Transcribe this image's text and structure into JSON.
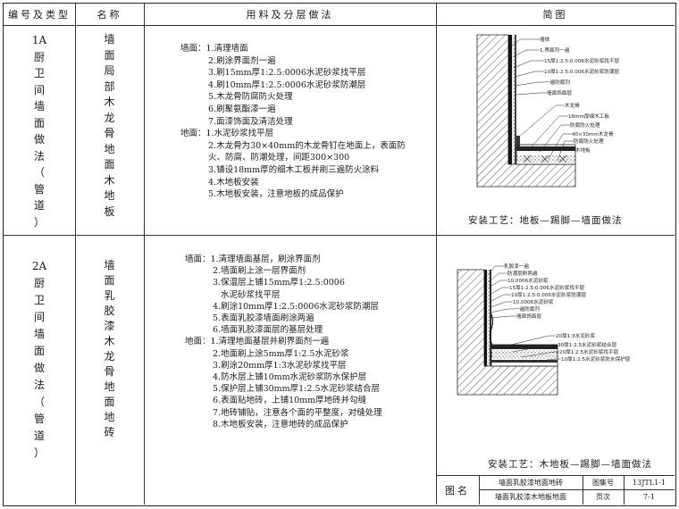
{
  "header": {
    "col1": "编号及类型",
    "col2": "名称",
    "col3": "用料及分层做法",
    "col4": "简图"
  },
  "rows": [
    {
      "code": [
        "1A",
        "厨",
        "卫",
        "间",
        "墙",
        "面",
        "做",
        "法",
        "（",
        "管",
        "道",
        "）"
      ],
      "name": [
        "墙",
        "面",
        "局",
        "部",
        "木",
        "龙",
        "骨",
        "地",
        "面",
        "木",
        "地",
        "板"
      ],
      "steps": [
        "墙面：1.清理墙面",
        "2.刷涂界面剂一遍",
        "3.刷15mm厚1:2.5:0006水泥砂浆找平层",
        "4.刷10mm厚1:2.5:0006水泥砂浆防潮层",
        "5.木龙骨防腐防火处理",
        "6.刷聚氨酯漆一遍",
        "7.面漆饰面及清洁处理",
        "地面：1.水泥砂浆找平层",
        "2.木龙骨为30×40mm的木龙骨钉在地面上，表面防",
        "火、防腐、防潮处理，间距300×300",
        "3.铺设18mm厚的细木工板并刷三遍防火涂料",
        "4.木地板安装",
        "5.木地板安装，注意地板的成品保护"
      ],
      "diagram_labels": [
        "墙体",
        "1.界面剂一遍",
        "15厚1:2.5:0.006水泥砂浆找平层",
        "10厚1:2.5:0.006水泥砂浆防潮层",
        "一遍防腐剂",
        "墙面饰面层",
        "木龙骨",
        "18mm厚细木工板",
        "防腐防火处理",
        "40×30mm木龙骨",
        "防腐防火处理",
        "木地板"
      ],
      "caption": "安装工艺：地板—踢脚—墙面做法"
    },
    {
      "code": [
        "2A",
        "厨",
        "卫",
        "间",
        "墙",
        "面",
        "做",
        "法",
        "（",
        "管",
        "道",
        "）"
      ],
      "name": [
        "墙",
        "面",
        "乳",
        "胶",
        "漆",
        "木",
        "龙",
        "骨",
        "地",
        "面",
        "地",
        "砖"
      ],
      "steps": [
        "墙面：1.清理墙面基层，刷涂界面剂",
        "2.墙面刷上涂一层界面剂",
        "3.保温层上铺15mm厚1:2.5:0006",
        "水泥砂浆找平层",
        "4.刷涂10mm厚1:2.5:0006水泥砂浆防潮层",
        "5.表面乳胶漆墙面刷涂两遍",
        "6.墙面乳胶漆面层的基层处理",
        "地面：1.清理地面基层并刷界面剂一遍",
        "2.地面刷上涂5mm厚1:2.5水泥砂浆",
        "3.刷涂20mm厚1:3水泥砂浆找平层",
        "4.防水层上铺10mm水泥砂浆防水保护层",
        "5.保护层上铺30mm厚1:2.5水泥砂浆结合层",
        "6.表面贴地砖，上铺10mm厚地砖并勾缝",
        "7.地砖铺贴，注意各个面的平整度，对缝处理",
        "8.木地板安装，注意地砖的成品保护"
      ],
      "diagram_labels": [
        "乳胶漆一遍",
        "防潮层刷两遍",
        "10.0006水泥砂浆",
        "15厚1:2.5:0.006水泥砂浆找平层",
        "10厚1:2.5:0.006水泥砂浆防潮层",
        "10.0006水泥砂浆",
        "一遍防腐剂",
        "墙面饰面层",
        "20厚1:3水泥砂浆",
        "30厚1:2.5水泥砂浆结合层",
        "20厚1:2.5水泥砂浆找平层",
        "10厚1:2.5水泥砂浆防水保护层"
      ],
      "caption": "安装工艺：木地板—踢脚—墙面做法"
    }
  ],
  "title_block": {
    "label": "图名",
    "line1": "墙面乳胶漆地面地砖",
    "line2": "墙面乳胶漆木地板地面",
    "atlas_label": "图集号",
    "atlas_value": "13JTL1-1",
    "page_label": "页次",
    "page_value": "7-1"
  }
}
